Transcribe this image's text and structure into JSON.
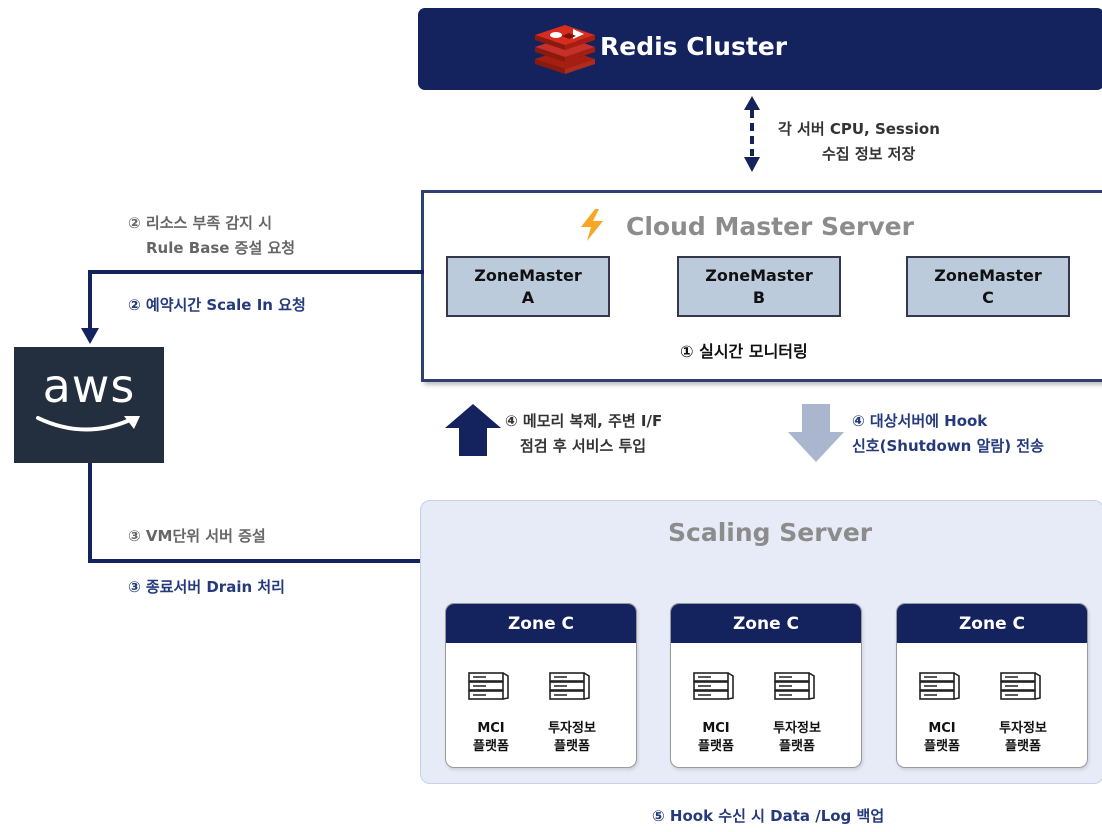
{
  "redis": {
    "title": "Redis Cluster",
    "arrow_label_line1": "각 서버 CPU, Session",
    "arrow_label_line2": "수집 정보 저장"
  },
  "cloud_master": {
    "title": "Cloud Master Server",
    "zones": [
      {
        "name": "ZoneMaster",
        "id": "A"
      },
      {
        "name": "ZoneMaster",
        "id": "B"
      },
      {
        "name": "ZoneMaster",
        "id": "C"
      }
    ],
    "monitoring": "① 실시간 모니터링"
  },
  "aws": {
    "logo_text": "aws"
  },
  "left_labels": {
    "resource_line1": "② 리소스 부족 감지 시",
    "resource_line2": "Rule Base 증설 요청",
    "scale_in": "② 예약시간 Scale In 요청",
    "vm_scale": "③ VM단위 서버 증설",
    "drain": "③ 종료서버 Drain 처리"
  },
  "middle_labels": {
    "up_line1": "④ 메모리 복제, 주변  I/F",
    "up_line2": "점검  후 서비스 투입",
    "down_line1": "④ 대상서버에 Hook",
    "down_line2": "신호(Shutdown 알람) 전송"
  },
  "scaling": {
    "title": "Scaling Server",
    "zones": [
      {
        "header": "Zone C",
        "platform1": [
          "MCI",
          "플랫폼"
        ],
        "platform2": [
          "투자정보",
          "플랫폼"
        ]
      },
      {
        "header": "Zone C",
        "platform1": [
          "MCI",
          "플랫폼"
        ],
        "platform2": [
          "투자정보",
          "플랫폼"
        ]
      },
      {
        "header": "Zone C",
        "platform1": [
          "MCI",
          "플랫폼"
        ],
        "platform2": [
          "투자정보",
          "플랫폼"
        ]
      }
    ]
  },
  "footer": {
    "backup": "⑤ Hook 수신 시 Data /Log 백업"
  },
  "colors": {
    "navy": "#14225e",
    "lavender": "#e6ebf7",
    "zone_master_fill": "#bccbdc",
    "down_arrow": "#a9b6cd",
    "bolt": "#f5a623"
  }
}
